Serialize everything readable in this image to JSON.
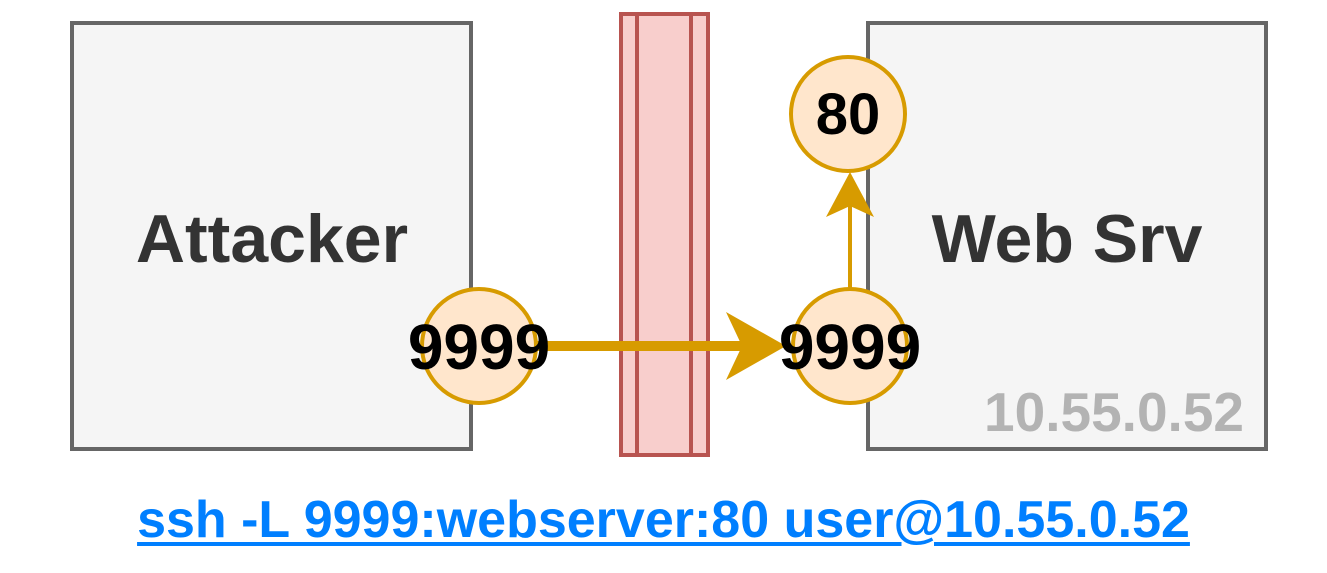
{
  "nodes": {
    "attacker": {
      "label": "Attacker",
      "port": "9999"
    },
    "webserver": {
      "label": "Web Srv",
      "ip": "10.55.0.52",
      "port_in": "9999",
      "port_out": "80"
    }
  },
  "command": "ssh -L 9999:webserver:80 user@10.55.0.52",
  "colors": {
    "box_fill": "#f5f5f5",
    "box_stroke": "#666666",
    "port_fill": "#ffe6cc",
    "port_stroke": "#d79b00",
    "firewall_fill": "#f8cecc",
    "firewall_stroke": "#b85450",
    "text_dark": "#333333",
    "text_black": "#000000",
    "ip_text": "#b3b3b3",
    "link": "#007fff"
  },
  "icons": {
    "firewall": "firewall-icon",
    "arrow": "arrow-icon"
  }
}
